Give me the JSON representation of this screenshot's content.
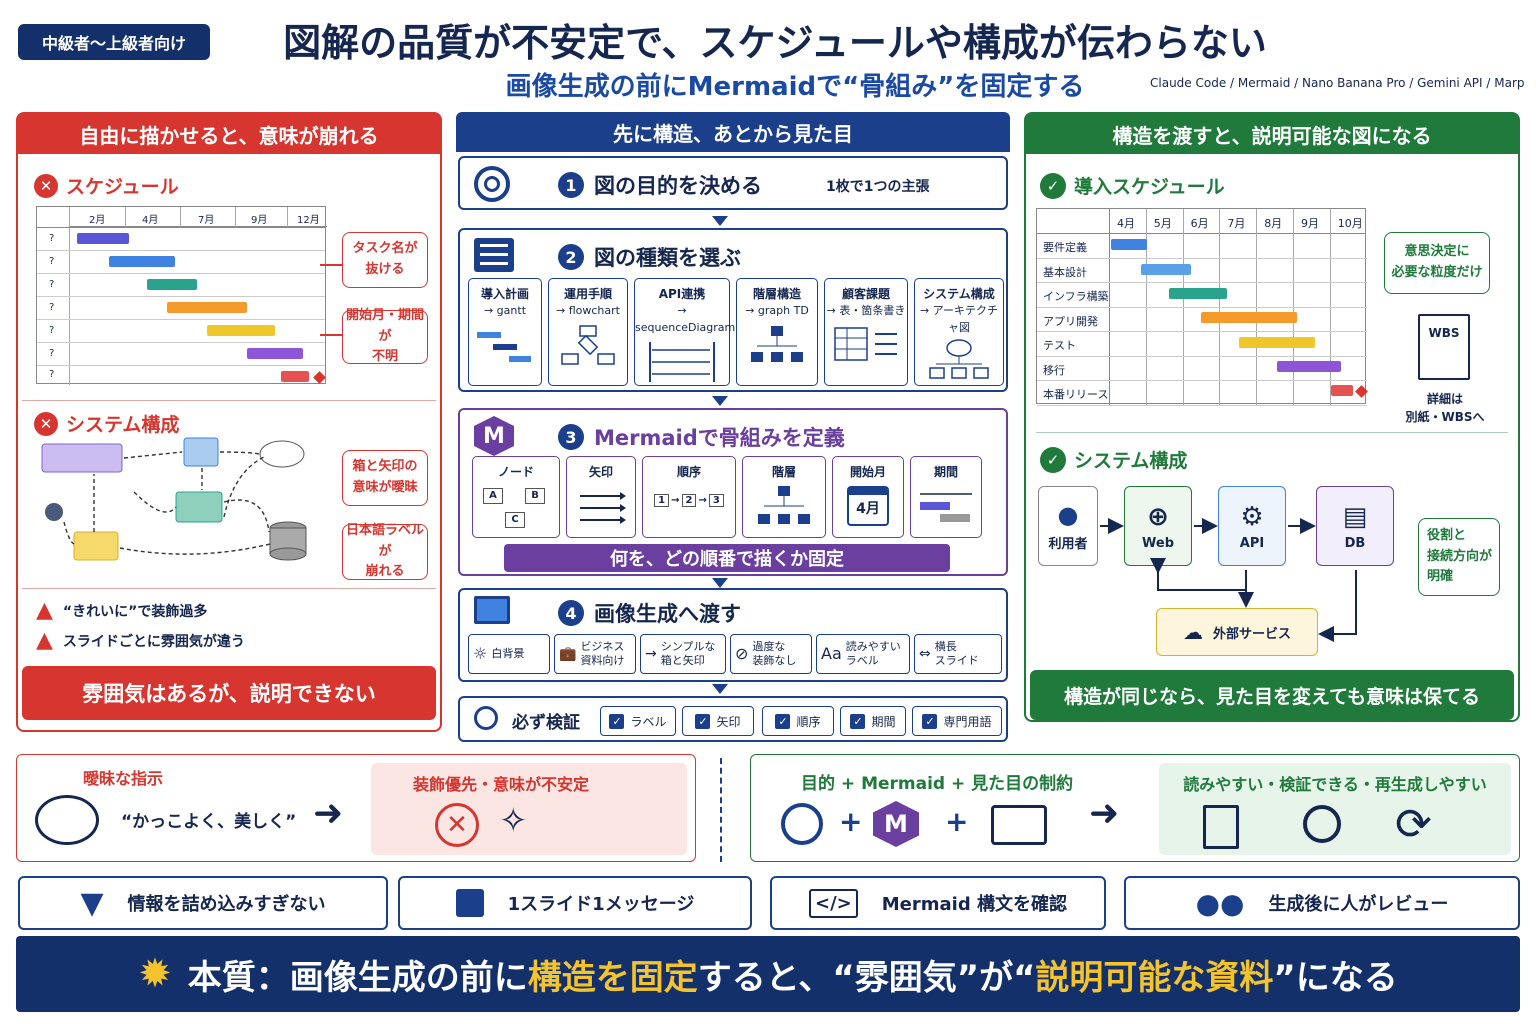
{
  "tag": "中級者〜上級者向け",
  "title": "図解の品質が不安定で、スケジュールや構成が伝わらない",
  "subtitle": "画像生成の前にMermaidで“骨組み”を固定する",
  "tools": "Claude Code / Mermaid / Nano Banana Pro / Gemini API / Marp",
  "left": {
    "header": "自由に描かせると、意味が崩れる",
    "schedule_title": "スケジュール",
    "months": [
      "2月",
      "4月",
      "7月",
      "9月",
      "12月"
    ],
    "row_label": "?",
    "callout1": "タスク名が\n抜ける",
    "callout2": "開始月・期間が\n不明",
    "system_title": "システム構成",
    "callout3": "箱と矢印の\n意味が曖昧",
    "callout4": "日本語ラベルが\n崩れる",
    "warn1": "“きれいに”で装飾過多",
    "warn2": "スライドごとに雰囲気が違う",
    "footer": "雰囲気はあるが、説明できない"
  },
  "center": {
    "header": "先に構造、あとから見た目",
    "step1": {
      "num": "1",
      "title": "図の目的を決める",
      "note": "1枚で1つの主張"
    },
    "step2": {
      "num": "2",
      "title": "図の種類を選ぶ",
      "cards": [
        {
          "title": "導入計画",
          "sub": "→ gantt"
        },
        {
          "title": "運用手順",
          "sub": "→ flowchart"
        },
        {
          "title": "API連携",
          "sub": "→ sequenceDiagram"
        },
        {
          "title": "階層構造",
          "sub": "→ graph TD"
        },
        {
          "title": "顧客課題",
          "sub": "→ 表・箇条書き"
        },
        {
          "title": "システム構成",
          "sub": "→ アーキテクチャ図"
        }
      ]
    },
    "step3": {
      "num": "3",
      "title": "Mermaidで骨組みを定義",
      "logo": "M",
      "cards": [
        "ノード",
        "矢印",
        "順序",
        "階層",
        "開始月",
        "期間"
      ],
      "node_letters": [
        "A",
        "B",
        "C"
      ],
      "seq": [
        "1",
        "2",
        "3"
      ],
      "month": "4月",
      "banner": "何を、どの順番で描くか固定"
    },
    "step4": {
      "num": "4",
      "title": "画像生成へ渡す",
      "chips": [
        {
          "icon": "☼",
          "label": "白背景"
        },
        {
          "icon": "💼",
          "label": "ビジネス\n資料向け"
        },
        {
          "icon": "→",
          "label": "シンプルな\n箱と矢印"
        },
        {
          "icon": "⊘",
          "label": "過度な\n装飾なし"
        },
        {
          "icon": "Aa",
          "label": "読みやすい\nラベル"
        },
        {
          "icon": "⇔",
          "label": "横長\nスライド"
        }
      ]
    },
    "verify": {
      "title": "必ず検証",
      "items": [
        "ラベル",
        "矢印",
        "順序",
        "期間",
        "専門用語"
      ]
    }
  },
  "right": {
    "header": "構造を渡すと、説明可能な図になる",
    "schedule_title": "導入スケジュール",
    "months": [
      "4月",
      "5月",
      "6月",
      "7月",
      "8月",
      "9月",
      "10月"
    ],
    "tasks": [
      "要件定義",
      "基本設計",
      "インフラ構築",
      "アプリ開発",
      "テスト",
      "移行",
      "本番リリース"
    ],
    "callout1": "意思決定に\n必要な粒度だけ",
    "wbs": "WBS",
    "wbs_note": "詳細は\n別紙・WBSへ",
    "system_title": "システム構成",
    "nodes": {
      "user": "利用者",
      "web": "Web",
      "api": "API",
      "db": "DB",
      "ext": "外部サービス"
    },
    "callout2": "役割と\n接続方向が\n明確",
    "footer": "構造が同じなら、見た目を変えても意味は保てる"
  },
  "compare": {
    "vague_title": "曖昧な指示",
    "vague_quote": "“かっこよく、美しく”",
    "bad_title": "装飾優先・意味が不安定",
    "good_title": "目的 + Mermaid + 見た目の制約",
    "result_title": "読みやすい・検証できる・再生成しやすい"
  },
  "tips": [
    "情報を詰め込みすぎない",
    "1スライド1メッセージ",
    "Mermaid 構文を確認",
    "生成後に人がレビュー"
  ],
  "conclusion": {
    "prefix": "本質：画像生成の前に",
    "hl1": "構造を固定",
    "mid": "すると、“雰囲気”が“",
    "hl2": "説明可能な資料",
    "suffix": "”になる"
  },
  "colors": {
    "navy": "#13306b",
    "red": "#d6362f",
    "green": "#1f7a3b",
    "purple": "#6a3fa0",
    "yellow": "#f5c42c"
  }
}
